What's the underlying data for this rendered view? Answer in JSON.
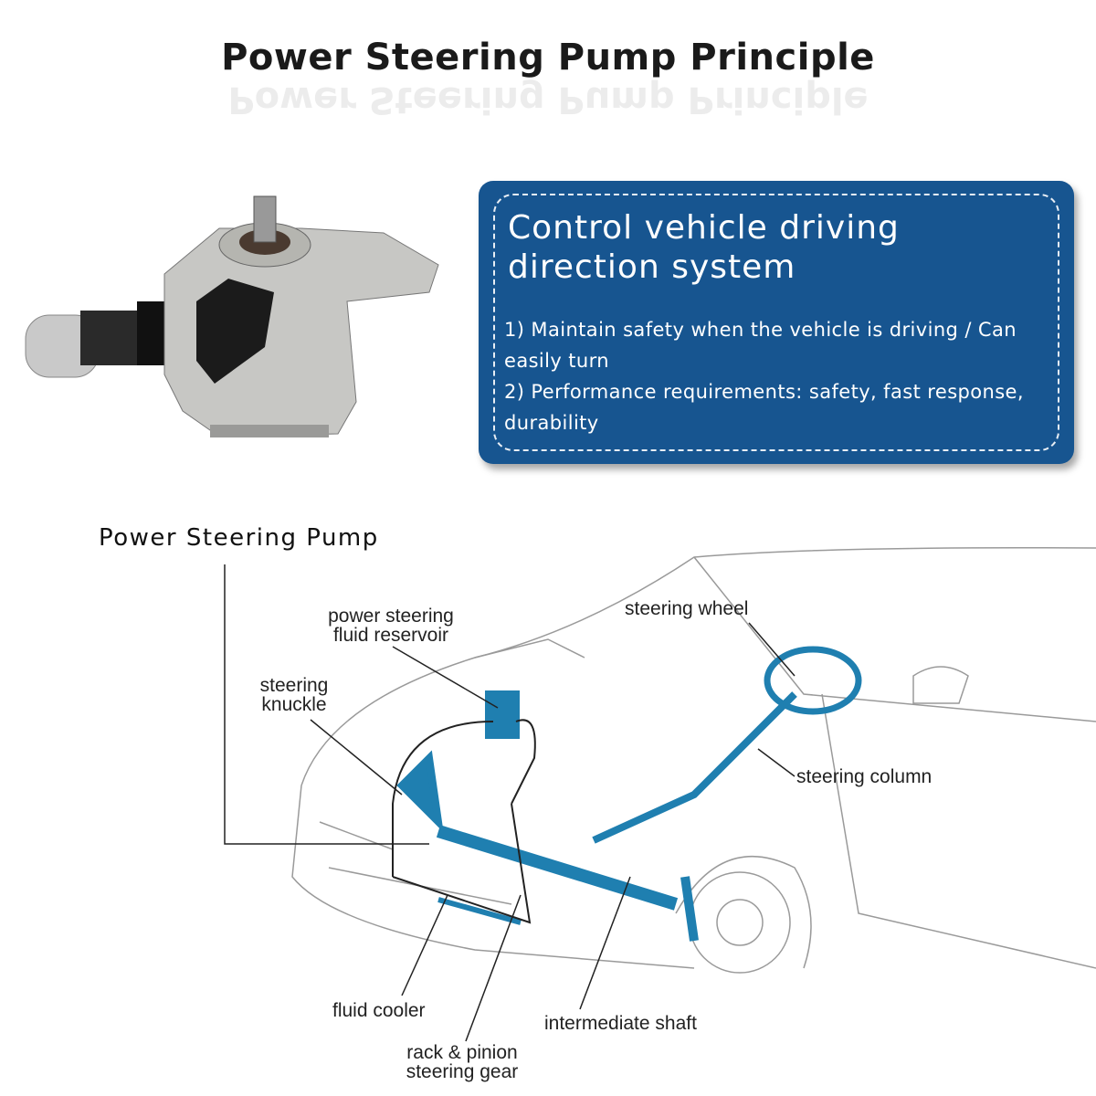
{
  "title": "Power Steering Pump Principle",
  "card": {
    "heading": "Control vehicle driving direction system",
    "points": [
      "1) Maintain safety when the vehicle is driving / Can easily turn",
      "2) Performance requirements: safety, fast response, durability"
    ],
    "color": "#175590"
  },
  "diagram": {
    "pump_label": "Power Steering Pump",
    "labels": {
      "reservoir": "power steering fluid reservoir",
      "knuckle": "steering knuckle",
      "wheel": "steering wheel",
      "column": "steering column",
      "cooler": "fluid cooler",
      "shaft": "intermediate shaft",
      "rack": "rack & pinion steering gear"
    },
    "highlight_color": "#1f7fb0"
  }
}
